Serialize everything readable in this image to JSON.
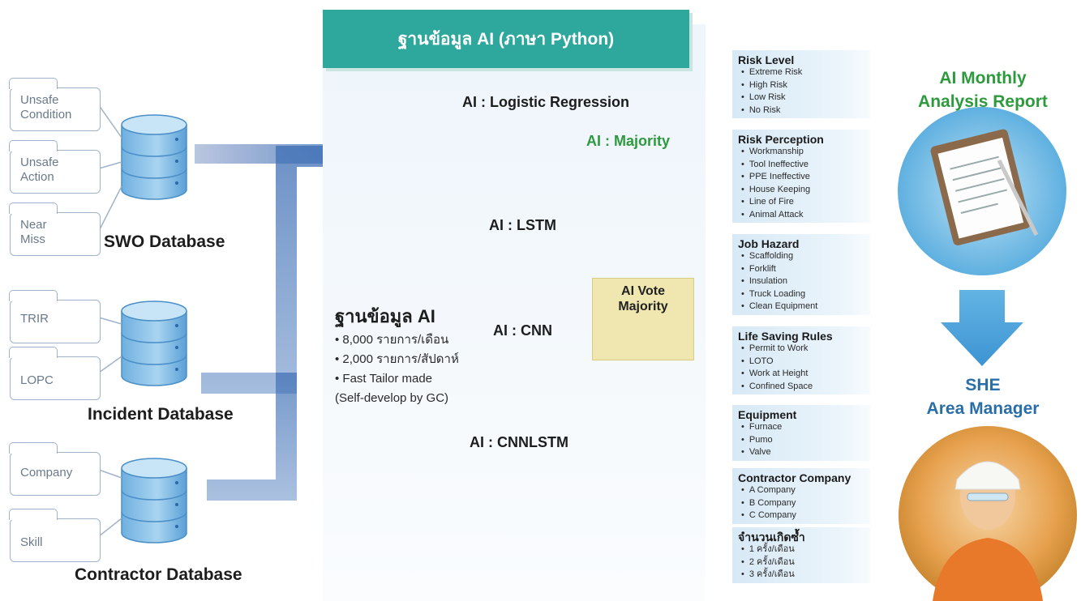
{
  "sources": {
    "swo": {
      "title": "SWO Database",
      "folders": [
        "Unsafe\nCondition",
        "Unsafe\nAction",
        "Near\nMiss"
      ]
    },
    "incident": {
      "title": "Incident Database",
      "folders": [
        "TRIR",
        "LOPC"
      ]
    },
    "contractor": {
      "title": "Contractor Database",
      "folders": [
        "Company",
        "Skill"
      ]
    }
  },
  "center": {
    "header": "ฐานข้อมูล AI (ภาษา Python)",
    "models": [
      "AI : Logistic Regression",
      "AI : LSTM",
      "AI : CNN",
      "AI : CNNLSTM"
    ],
    "majority": "AI : Majority",
    "vote_text": "AI Vote\nMajority",
    "db_title": "ฐานข้อมูล AI",
    "bullets": [
      "8,000 รายการ/เดือน",
      "2,000 รายการ/สัปดาห์",
      "Fast Tailor made",
      "(Self-develop by GC)"
    ]
  },
  "categories": [
    {
      "title": "Risk Level",
      "items": [
        "Extreme Risk",
        "High Risk",
        "Low Risk",
        "No Risk"
      ]
    },
    {
      "title": "Risk Perception",
      "items": [
        "Workmanship",
        "Tool Ineffective",
        "PPE Ineffective",
        "House Keeping",
        "Line of Fire",
        "Animal Attack"
      ]
    },
    {
      "title": "Job Hazard",
      "items": [
        "Scaffolding",
        "Forklift",
        "Insulation",
        "Truck Loading",
        "Clean Equipment"
      ]
    },
    {
      "title": "Life Saving Rules",
      "items": [
        "Permit to Work",
        "LOTO",
        "Work at Height",
        "Confined Space"
      ]
    },
    {
      "title": "Equipment",
      "items": [
        "Furnace",
        "Pumo",
        "Valve"
      ]
    },
    {
      "title": "Contractor Company",
      "items": [
        "A Company",
        "B Company",
        "C Company"
      ]
    },
    {
      "title": "จำนวนเกิดซ้ำ",
      "items": [
        "1 ครั้ง/เดือน",
        "2 ครั้ง/เดือน",
        "3 ครั้ง/เดือน"
      ]
    }
  ],
  "output": {
    "report_title": "AI Monthly\nAnalysis Report",
    "recipient": "SHE\nArea Manager"
  },
  "colors": {
    "header_teal": "#2ea79d",
    "flow_blue": "#3f6fb5",
    "green_text": "#2e9a3e",
    "blue_text": "#2a6ea8",
    "vote_box": "#efe6b0"
  }
}
